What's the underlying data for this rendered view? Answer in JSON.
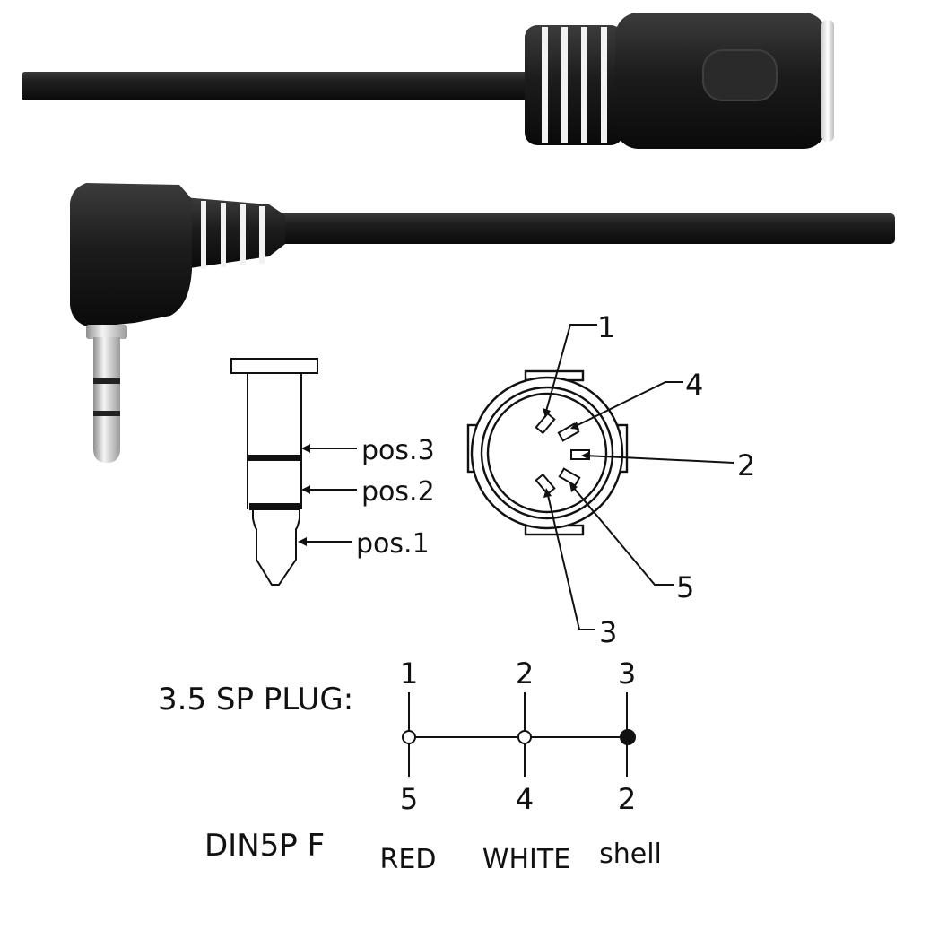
{
  "plug_diagram": {
    "pos3": "pos.3",
    "pos2": "pos.2",
    "pos1": "pos.1"
  },
  "din_diagram": {
    "pin_labels": [
      "1",
      "4",
      "2",
      "5",
      "3"
    ]
  },
  "wiring": {
    "plug_title": "3.5 SP PLUG:",
    "din_title": "DIN5P F",
    "top_numbers": [
      "1",
      "2",
      "3"
    ],
    "bottom_numbers": [
      "5",
      "4",
      "2"
    ],
    "wire_names": [
      "RED",
      "WHITE",
      "shell"
    ]
  },
  "colors": {
    "cable": "#1b1b1b",
    "metal": "#c9c9c9",
    "line": "#111111"
  }
}
